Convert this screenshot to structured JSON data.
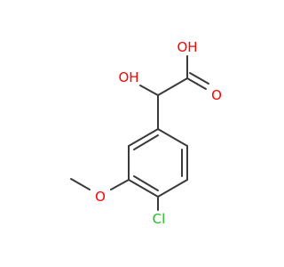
{
  "molecule": {
    "colors": {
      "bond": "#3a3a3a",
      "oxygen": "#ff0000",
      "chlorine": "#1fbf1f"
    },
    "labels": {
      "carboxyl_hydroxyl": "OH",
      "carbonyl_oxygen": "O",
      "alpha_hydroxyl": "OH",
      "methoxy_oxygen": "O",
      "chlorine": "Cl"
    }
  }
}
